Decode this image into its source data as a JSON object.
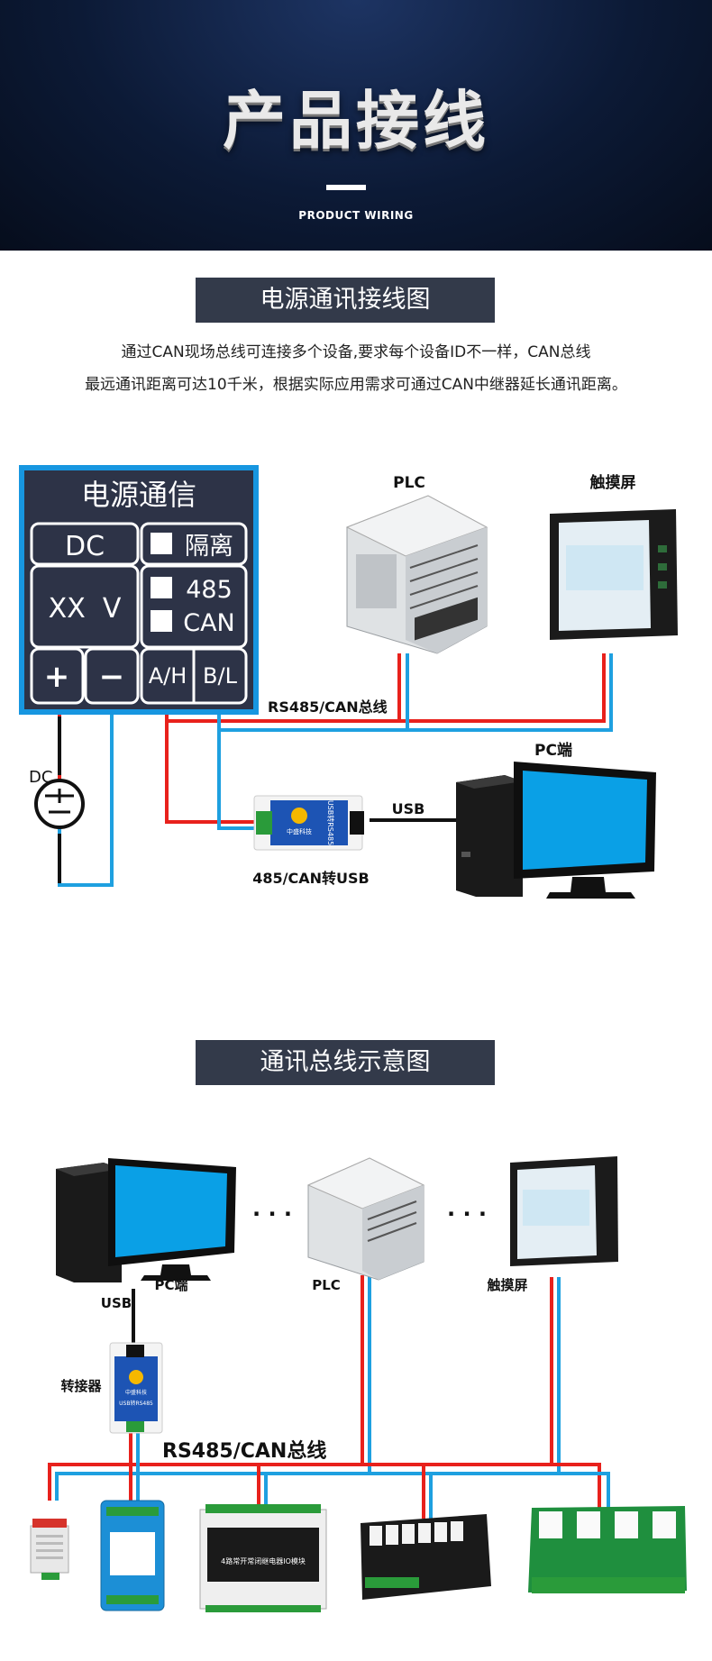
{
  "hero": {
    "title": "产品接线",
    "subtitle": "PRODUCT WIRING"
  },
  "section1": {
    "title": "电源通讯接线图",
    "desc_line1": "通过CAN现场总线可连接多个设备,要求每个设备ID不一样，CAN总线",
    "desc_line2": "最远通讯距离可达10千米，根据实际应用需求可通过CAN中继器延长通讯距离。"
  },
  "panel": {
    "title": "电源通信",
    "dc": "DC",
    "voltage": "XX  V",
    "isolation": "隔离",
    "opt_485": "485",
    "opt_can": "CAN",
    "plus": "+",
    "minus": "−",
    "a_h": "A/H",
    "b_l": "B/L"
  },
  "diagram1": {
    "plc_label": "PLC",
    "touch_label": "触摸屏",
    "bus_label": "RS485/CAN总线",
    "dc_label": "DC",
    "usb_label": "USB",
    "pc_label": "PC端",
    "converter_label": "485/CAN转USB",
    "converter_text": "USB转RS485",
    "converter_brand": "中盛科技"
  },
  "section2": {
    "title": "通讯总线示意图",
    "pc_label": "PC端",
    "plc_label": "PLC",
    "touch_label": "触摸屏",
    "usb_label": "USB",
    "converter_label": "转接器",
    "bus_label": "RS485/CAN总线",
    "dots": "· · ·",
    "module_text": "4路常开常闭继电器IO模块",
    "converter_text": "USB转RS485",
    "converter_brand": "中盛科技"
  },
  "colors": {
    "red": "#e8211c",
    "blue": "#1ea0e0",
    "panel": "#2d3347",
    "panel_border": "#1796e0"
  }
}
